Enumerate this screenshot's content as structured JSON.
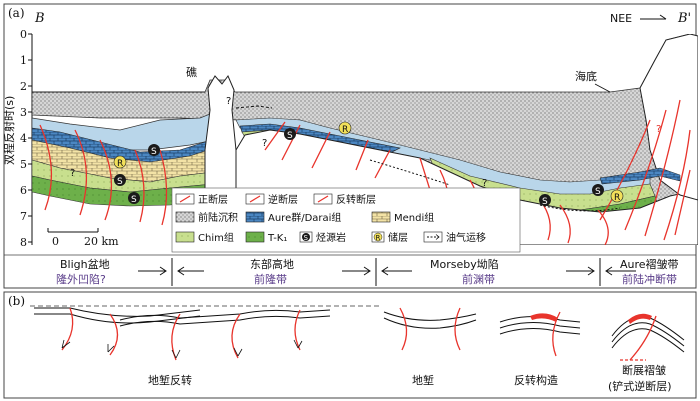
{
  "panel_a": {
    "label": "(a)",
    "section_start": "B",
    "section_end": "B'",
    "direction": "NEE",
    "y_axis_label": "双程反射时(s)",
    "y_ticks": [
      "0",
      "1",
      "2",
      "3",
      "4",
      "5",
      "6",
      "7",
      "8"
    ],
    "scale_zero": "0",
    "scale_value": "20 km",
    "reef_label": "礁",
    "seafloor_label": "海底",
    "question_mark": "?",
    "symbol_s": "S",
    "symbol_r": "R",
    "legend": [
      {
        "key": "normal_fault",
        "label": "正断层"
      },
      {
        "key": "reverse_fault",
        "label": "逆断层"
      },
      {
        "key": "inverted_fault",
        "label": "反转断层"
      },
      {
        "key": "foreland",
        "label": "前陆沉积"
      },
      {
        "key": "aure",
        "label": "Aure群/Darai组"
      },
      {
        "key": "mendi",
        "label": "Mendi组"
      },
      {
        "key": "chim",
        "label": "Chim组"
      },
      {
        "key": "tk",
        "label": "T-K₁"
      },
      {
        "key": "source",
        "label": "烃源岩"
      },
      {
        "key": "reservoir",
        "label": "储层"
      },
      {
        "key": "migration",
        "label": "油气运移"
      }
    ],
    "regions": [
      {
        "name": "Bligh盆地",
        "subtitle": "隆外凹陷?"
      },
      {
        "name": "东部高地",
        "subtitle": "前隆带"
      },
      {
        "name": "Morseby坳陷",
        "subtitle": "前渊带"
      },
      {
        "name": "Aure褶皱带",
        "subtitle": "前陆冲断带"
      }
    ]
  },
  "panel_b": {
    "label": "(b)",
    "captions": [
      "地堑反转",
      "地堑",
      "反转构造",
      "断展褶皱",
      "(铲式逆断层)"
    ]
  },
  "colors": {
    "red": "#e8342c",
    "foreland": "#cfcfcf",
    "water_blue": "#b9d6ea",
    "mendi": "#f3e3a6",
    "chim": "#c8df8e",
    "tk": "#6db04a",
    "purple": "#5a3d8a"
  }
}
